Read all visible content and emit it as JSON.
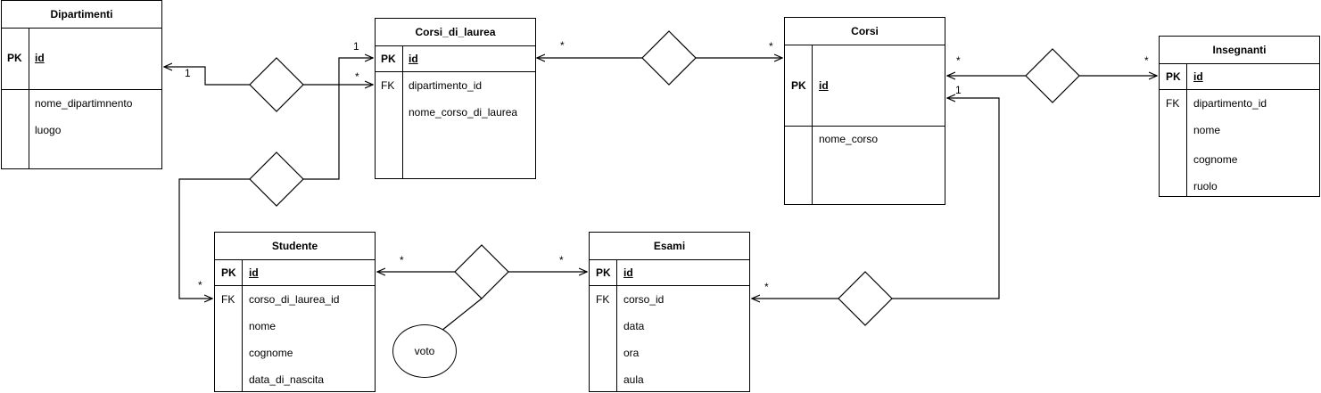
{
  "entities": {
    "dipartimenti": {
      "title": "Dipartimenti",
      "pk": {
        "key": "PK",
        "name": "id"
      },
      "fields": [
        "nome_dipartimnento",
        "luogo"
      ]
    },
    "corsi_di_laurea": {
      "title": "Corsi_di_laurea",
      "pk": {
        "key": "PK",
        "name": "id"
      },
      "fk": {
        "key": "FK",
        "name": "dipartimento_id"
      },
      "fields": [
        "nome_corso_di_laurea"
      ]
    },
    "corsi": {
      "title": "Corsi",
      "pk": {
        "key": "PK",
        "name": "id"
      },
      "fields": [
        "nome_corso"
      ]
    },
    "insegnanti": {
      "title": "Insegnanti",
      "pk": {
        "key": "PK",
        "name": "id"
      },
      "fk": {
        "key": "FK",
        "name": "dipartimento_id"
      },
      "fields": [
        "nome",
        "cognome",
        "ruolo"
      ]
    },
    "studente": {
      "title": "Studente",
      "pk": {
        "key": "PK",
        "name": "id"
      },
      "fk": {
        "key": "FK",
        "name": "corso_di_laurea_id"
      },
      "fields": [
        "nome",
        "cognome",
        "data_di_nascita"
      ]
    },
    "esami": {
      "title": "Esami",
      "pk": {
        "key": "PK",
        "name": "id"
      },
      "fk": {
        "key": "FK",
        "name": "corso_id"
      },
      "fields": [
        "data",
        "ora",
        "aula"
      ]
    }
  },
  "attribute": {
    "voto": "voto"
  },
  "cardinalities": {
    "dip_cdl_one_a": "1",
    "dip_cdl_one_b": "1",
    "dip_cdl_many": "*",
    "cdl_corsi_left": "*",
    "cdl_corsi_right": "*",
    "corsi_ins_left": "*",
    "corsi_ins_right": "*",
    "corsi_esami_one": "1",
    "cdl_stud_many": "*",
    "stud_esami_left": "*",
    "stud_esami_right": "*",
    "esami_corsi_many": "*"
  }
}
